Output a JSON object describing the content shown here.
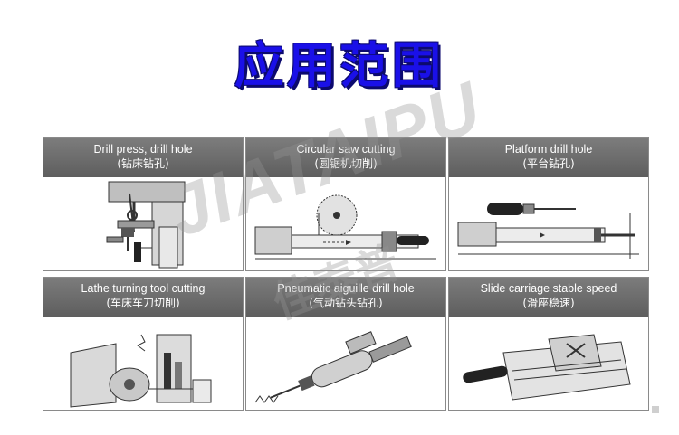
{
  "title": "应用范围",
  "cards": [
    {
      "en": "Drill press, drill hole",
      "zh": "(钻床钻孔)"
    },
    {
      "en": "Circular saw cutting",
      "zh": "(圆锯机切削)"
    },
    {
      "en": "Platform drill hole",
      "zh": "(平台钻孔)"
    },
    {
      "en": "Lathe turning tool cutting",
      "zh": "(车床车刀切削)"
    },
    {
      "en": "Pneumatic aiguille drill hole",
      "zh": "(气动钻头钻孔)"
    },
    {
      "en": "Slide carriage stable speed",
      "zh": "(滑座稳速)"
    }
  ],
  "watermark": {
    "latin": "JIATAIPU",
    "cn": "佳泰普"
  }
}
